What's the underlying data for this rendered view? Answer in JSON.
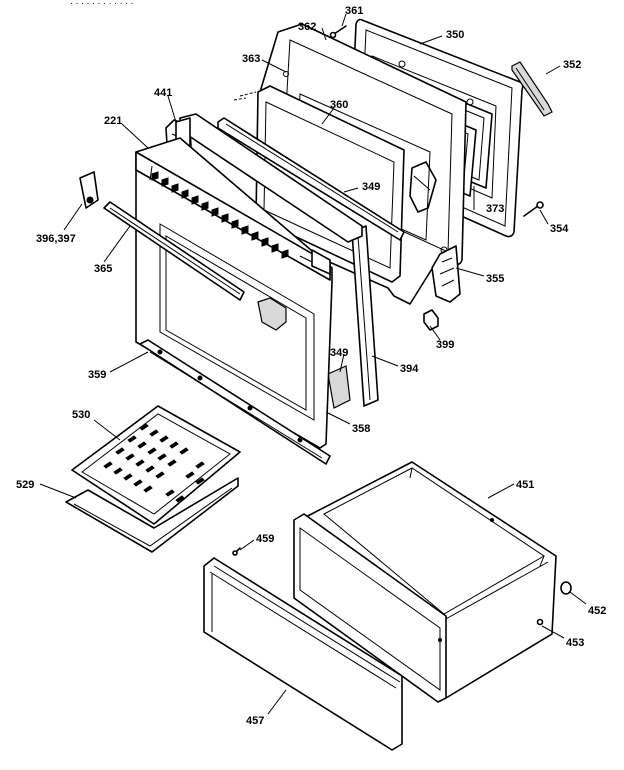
{
  "header_fragment": "· · · · · · · · · · · ·",
  "parts": [
    {
      "id": "p361",
      "label": "361"
    },
    {
      "id": "p350",
      "label": "350"
    },
    {
      "id": "p362",
      "label": "362"
    },
    {
      "id": "p363",
      "label": "363"
    },
    {
      "id": "p352",
      "label": "352"
    },
    {
      "id": "p441",
      "label": "441"
    },
    {
      "id": "p360",
      "label": "360"
    },
    {
      "id": "p221",
      "label": "221"
    },
    {
      "id": "p349a",
      "label": "349"
    },
    {
      "id": "p373",
      "label": "373"
    },
    {
      "id": "p354",
      "label": "354"
    },
    {
      "id": "p396",
      "label": "396,397"
    },
    {
      "id": "p365",
      "label": "365"
    },
    {
      "id": "p355",
      "label": "355"
    },
    {
      "id": "p399",
      "label": "399"
    },
    {
      "id": "p349b",
      "label": "349"
    },
    {
      "id": "p359",
      "label": "359"
    },
    {
      "id": "p394",
      "label": "394"
    },
    {
      "id": "p358",
      "label": "358"
    },
    {
      "id": "p530",
      "label": "530"
    },
    {
      "id": "p451",
      "label": "451"
    },
    {
      "id": "p529",
      "label": "529"
    },
    {
      "id": "p459",
      "label": "459"
    },
    {
      "id": "p452",
      "label": "452"
    },
    {
      "id": "p453",
      "label": "453"
    },
    {
      "id": "p457",
      "label": "457"
    }
  ]
}
